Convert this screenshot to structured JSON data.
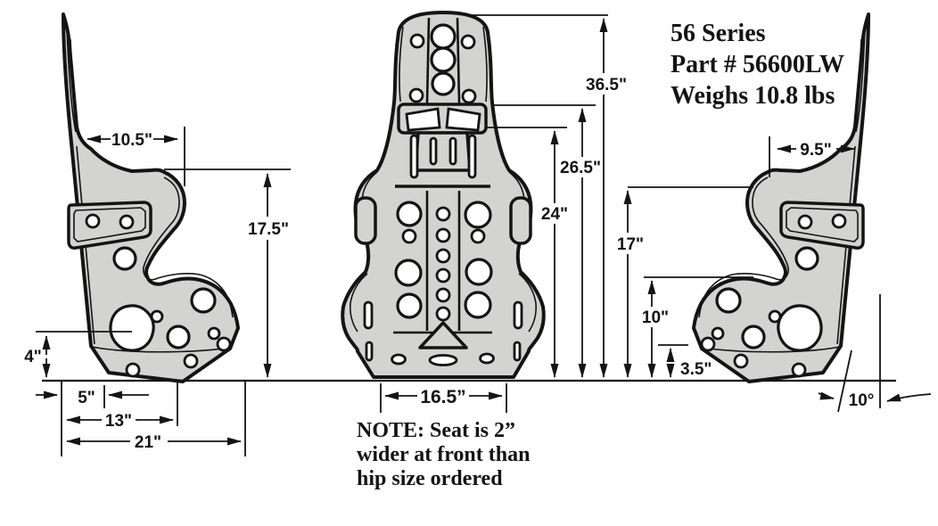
{
  "diagram": {
    "product": {
      "series": "56 Series",
      "part_number": "Part # 56600LW",
      "weight": "Weighs 10.8 lbs"
    },
    "note": {
      "line1": "NOTE:  Seat is 2”",
      "line2": "wider at front than",
      "line3": "hip size ordered"
    },
    "dimensions": {
      "side_left": {
        "top_width": "10.5\"",
        "back_height": "17.5\"",
        "lip_height": "4\"",
        "rear_offset": "5\"",
        "mid_length": "13\"",
        "total_length": "21\""
      },
      "front": {
        "overall_height": "36.5\"",
        "shoulder_height": "26.5\"",
        "belt_slot_height": "24\"",
        "seat_width": "16.5”"
      },
      "side_right": {
        "top_width": "9.5\"",
        "shoulder_height": "17\"",
        "hip_height": "10\"",
        "lip_height": "3.5\"",
        "recline_angle": "10°"
      }
    },
    "colors": {
      "seat_fill": "#d3d3d2",
      "line": "#141414",
      "background": "#ffffff"
    }
  }
}
